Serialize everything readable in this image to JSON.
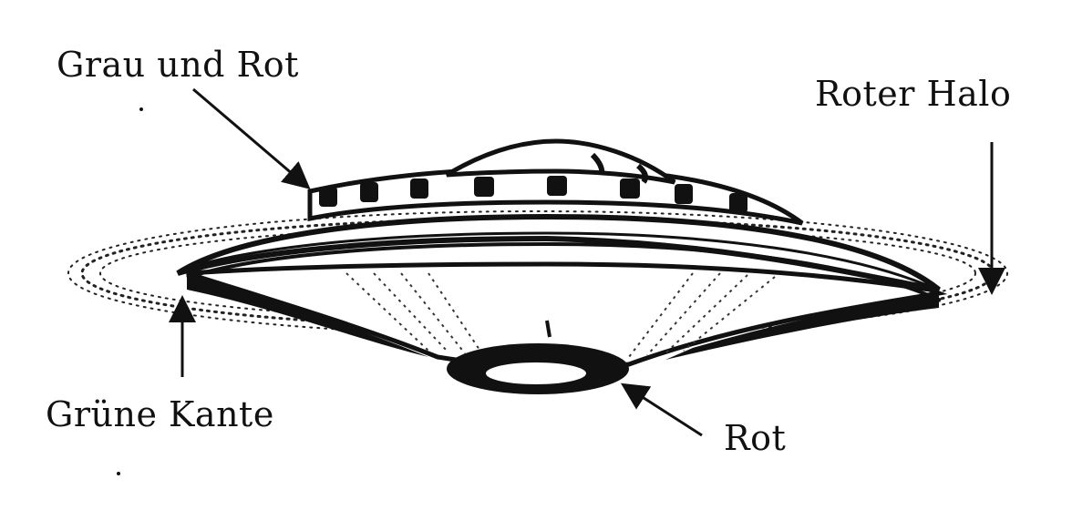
{
  "labels": {
    "grau_und_rot": "Grau und Rot",
    "roter_halo": "Roter Halo",
    "gruene_kante": "Grüne Kante",
    "rot": "Rot"
  },
  "colors": {
    "ink": "#111111",
    "paper": "#ffffff"
  }
}
